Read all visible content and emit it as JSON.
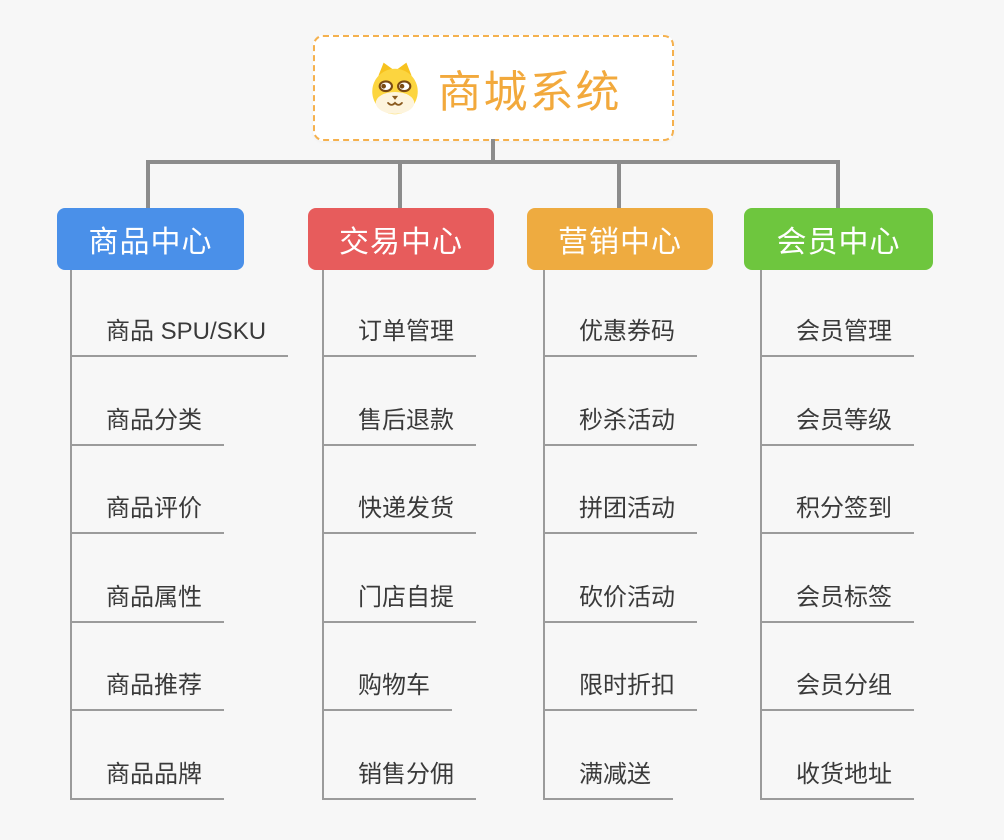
{
  "root": {
    "title": "商城系统",
    "icon": "dog-face-icon",
    "border_color": "#f5b14e",
    "title_color": "#f2a93c"
  },
  "connector_color": "#8c8c8c",
  "background_color": "#f7f7f7",
  "branches": [
    {
      "label": "商品中心",
      "color": "#4a90e9",
      "items": [
        "商品 SPU/SKU",
        "商品分类",
        "商品评价",
        "商品属性",
        "商品推荐",
        "商品品牌"
      ]
    },
    {
      "label": "交易中心",
      "color": "#e75c5c",
      "items": [
        "订单管理",
        "售后退款",
        "快递发货",
        "门店自提",
        "购物车",
        "销售分佣"
      ]
    },
    {
      "label": "营销中心",
      "color": "#eeab40",
      "items": [
        "优惠券码",
        "秒杀活动",
        "拼团活动",
        "砍价活动",
        "限时折扣",
        "满减送"
      ]
    },
    {
      "label": "会员中心",
      "color": "#6ec63e",
      "items": [
        "会员管理",
        "会员等级",
        "积分签到",
        "会员标签",
        "会员分组",
        "收货地址"
      ]
    }
  ]
}
